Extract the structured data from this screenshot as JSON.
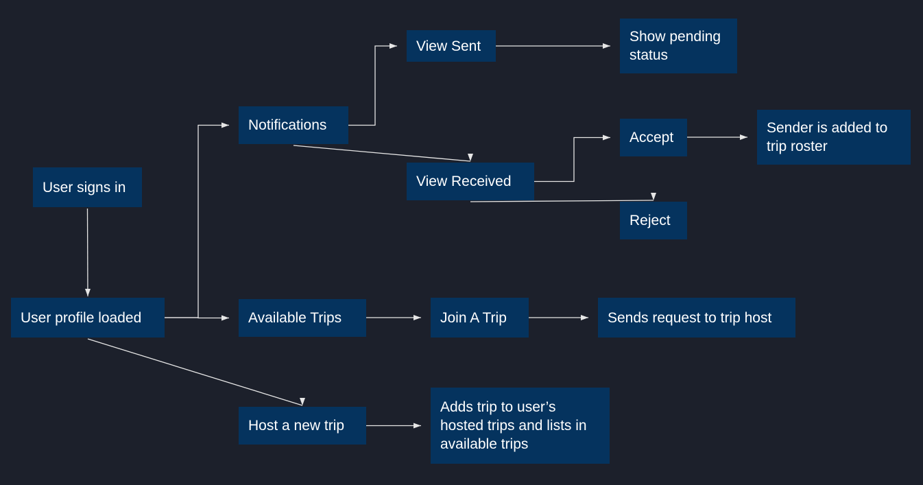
{
  "colors": {
    "background": "#1c202b",
    "node_fill": "#05335e",
    "node_text": "#ffffff",
    "edge": "#e6e6e6"
  },
  "nodes": {
    "user_signs_in": "User signs in",
    "user_profile_loaded": "User profile loaded",
    "notifications": "Notifications",
    "available_trips": "Available Trips",
    "host_new_trip": "Host a new trip",
    "view_sent": "View Sent",
    "view_received": "View Received",
    "show_pending_status": "Show pending\nstatus",
    "accept": "Accept",
    "reject": "Reject",
    "sender_added": "Sender is added to\ntrip roster",
    "join_trip": "Join A Trip",
    "sends_request": "Sends request to trip host",
    "adds_trip": "Adds trip to user’s\nhosted trips and lists in\navailable trips"
  },
  "edges": [
    {
      "from": "user_signs_in",
      "to": "user_profile_loaded"
    },
    {
      "from": "user_profile_loaded",
      "to": "notifications"
    },
    {
      "from": "user_profile_loaded",
      "to": "available_trips"
    },
    {
      "from": "user_profile_loaded",
      "to": "host_new_trip"
    },
    {
      "from": "notifications",
      "to": "view_sent"
    },
    {
      "from": "notifications",
      "to": "view_received"
    },
    {
      "from": "view_sent",
      "to": "show_pending_status"
    },
    {
      "from": "view_received",
      "to": "accept"
    },
    {
      "from": "view_received",
      "to": "reject"
    },
    {
      "from": "accept",
      "to": "sender_added"
    },
    {
      "from": "available_trips",
      "to": "join_trip"
    },
    {
      "from": "join_trip",
      "to": "sends_request"
    },
    {
      "from": "host_new_trip",
      "to": "adds_trip"
    }
  ]
}
